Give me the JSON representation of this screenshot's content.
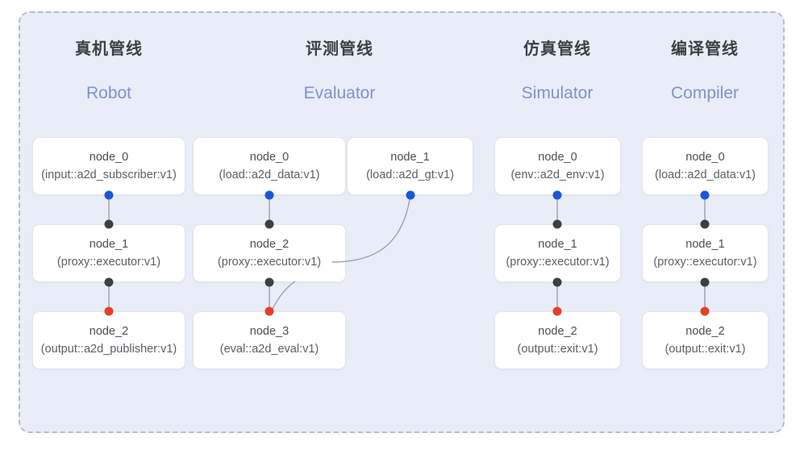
{
  "panel": {
    "background_color": "#e9edf8",
    "border_color": "#b6bbc6"
  },
  "colors": {
    "source_dot": "#1a56d6",
    "middle_dot": "#3c4043",
    "sink_dot": "#ea3c28",
    "edge": "#9aa0ab",
    "title": "#3c4043",
    "subtitle": "#7f92cb",
    "card_background": "#ffffff",
    "card_border": "#e3e5ea"
  },
  "columns": [
    {
      "id": "robot",
      "title": "真机管线",
      "subtitle": "Robot",
      "nodes": [
        {
          "id": "robot-node-0",
          "name": "node_0",
          "spec": "(input::a2d_subscriber:v1)"
        },
        {
          "id": "robot-node-1",
          "name": "node_1",
          "spec": "(proxy::executor:v1)"
        },
        {
          "id": "robot-node-2",
          "name": "node_2",
          "spec": "(output::a2d_publisher:v1)"
        }
      ]
    },
    {
      "id": "evaluator",
      "title": "评测管线",
      "subtitle": "Evaluator",
      "nodes": [
        {
          "id": "eval-node-0",
          "name": "node_0",
          "spec": "(load::a2d_data:v1)"
        },
        {
          "id": "eval-node-1",
          "name": "node_1",
          "spec": "(load::a2d_gt:v1)"
        },
        {
          "id": "eval-node-2",
          "name": "node_2",
          "spec": "(proxy::executor:v1)"
        },
        {
          "id": "eval-node-3",
          "name": "node_3",
          "spec": "(eval::a2d_eval:v1)"
        }
      ]
    },
    {
      "id": "simulator",
      "title": "仿真管线",
      "subtitle": "Simulator",
      "nodes": [
        {
          "id": "sim-node-0",
          "name": "node_0",
          "spec": "(env::a2d_env:v1)"
        },
        {
          "id": "sim-node-1",
          "name": "node_1",
          "spec": "(proxy::executor:v1)"
        },
        {
          "id": "sim-node-2",
          "name": "node_2",
          "spec": "(output::exit:v1)"
        }
      ]
    },
    {
      "id": "compiler",
      "title": "编译管线",
      "subtitle": "Compiler",
      "nodes": [
        {
          "id": "comp-node-0",
          "name": "node_0",
          "spec": "(load::a2d_data:v1)"
        },
        {
          "id": "comp-node-1",
          "name": "node_1",
          "spec": "(proxy::executor:v1)"
        },
        {
          "id": "comp-node-2",
          "name": "node_2",
          "spec": "(output::exit:v1)"
        }
      ]
    }
  ]
}
